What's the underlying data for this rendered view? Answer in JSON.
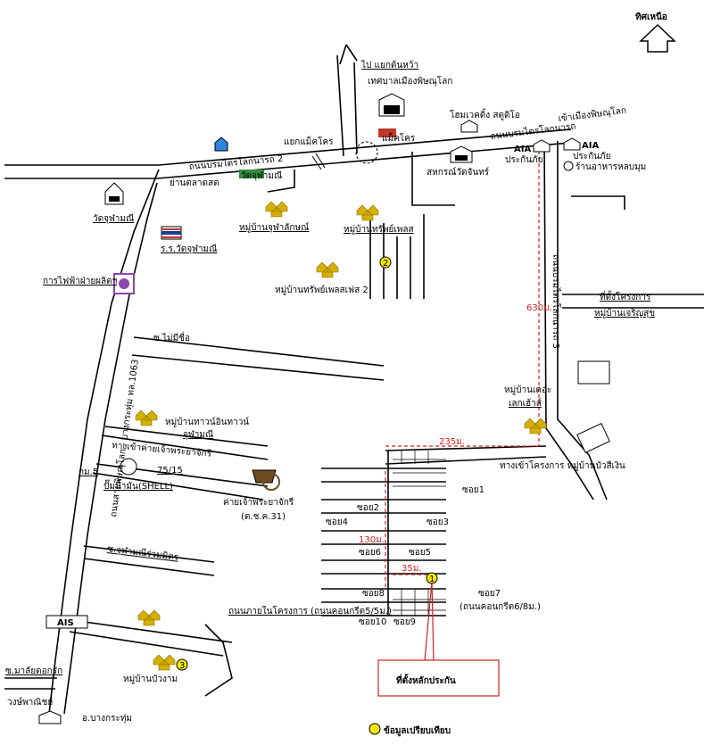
{
  "north": {
    "label": "ทิศเหนือ"
  },
  "roads": {
    "to_intersection": "ไป แยกต้นหว้า",
    "boromtrailokanat2": "ถนนบรมไตรโลกนารถ 2",
    "boromtrailokanat_right": "ถนนบรมไตรโลกนารถ",
    "to_city": "เข้าเมืองพิษณุโลก",
    "yaek_lak": "แยกแม็คโคร",
    "borom_vertical": "ถนนบรมไตรโลกนารถ 3",
    "bangkratum_road": "ถนนสายพิษณุโลก - บางกระทุ่ม ทล.1063",
    "soi_mai_mee_chue": "ซ.ไม่มีชื่อ",
    "soi_chulamanee": "ซ.จุฬามณีร่วมมิตร",
    "soi_malai": "ซ.มาลัยดอกรัก",
    "km": "กม.5",
    "km2": "75/15",
    "to_camp": "ทางเข้าค่ายเจ้าพระยาจักรี",
    "to_project": "ทางเข้าโครงการ หมู่บ้านบัวสีเงิน",
    "project_road": "ถนนภายในโครงการ (ถนนคอนกรีต5/5ม.)",
    "soi7_road": "(ถนนคอนกรีต6/8ม.)",
    "a_bangkratum": "อ.บางกระทุ่ม"
  },
  "places": {
    "municipality": "เทศบาลเมืองพิษณุโลก",
    "makro": "แม็คโคร",
    "home_studio": "โฮมเวคดิ้ง สตูดิโอ",
    "aia1_name": "AIA",
    "aia1_sub": "ประกันภัย",
    "aia2_name": "AIA",
    "aia2_sub": "ประกันภัย",
    "restaurant": "ร้านอาหารหลบมุม",
    "coop": "สหกรณ์วัดจันทร์",
    "market": "ย่านตลาดสด",
    "wat_chula_shop": "วัดจุฬามณี",
    "wat": "วัดจุฬามณี",
    "school": "ร.ร.วัดจุฬามณี",
    "electric": "การไฟฟ้าฝ่ายผลิตฯ",
    "vill_chula": "หมู่บ้านจุฬาลักษณ์",
    "vill_tree": "หมู่บ้านทรัพย์เพลส",
    "vill_tree2": "หมู่บ้านทรัพย์เพลสเฟส 2",
    "vill_town": "หมู่บ้านทาวน์อินทาวน์",
    "vill_town2": "จุฬามณี",
    "vill_lake": "หมู่บ้านเดอะ",
    "vill_lake2": "เลกเฮ้าส์",
    "vill_jarern": "หมู่บ้านเจริญสุข",
    "project_site": "ที่ตั้งโครงการ",
    "gas": "ปั๊มน้ำมัน(SHELL)",
    "camp": "ค่ายเจ้าพระยาจักรี",
    "camp2": "(ต.ช.ค.31)",
    "vill_buangam": "หมู่บ้านบัวงาม",
    "ais": "AIS",
    "wongpanit": "วงษ์พาณิชย์"
  },
  "sois": {
    "soi1": "ซอย1",
    "soi2": "ซอย2",
    "soi3": "ซอย3",
    "soi4": "ซอย4",
    "soi5": "ซอย5",
    "soi6": "ซอย6",
    "soi7": "ซอย7",
    "soi8": "ซอย8",
    "soi9": "ซอย9",
    "soi10": "ซอย10"
  },
  "distances": {
    "d630": "630ม.",
    "d235": "235ม.",
    "d130": "130ม.",
    "d35": "35ม."
  },
  "markers": {
    "m1": "1",
    "m2": "2",
    "m3": "3"
  },
  "legend": {
    "collateral": "ที่ตั้งหลักประกัน",
    "comparison": "ข้อมูลเปรียบเทียบ"
  },
  "colors": {
    "distance": "#d42020",
    "marker": "#f5e900",
    "road": "#000000"
  }
}
